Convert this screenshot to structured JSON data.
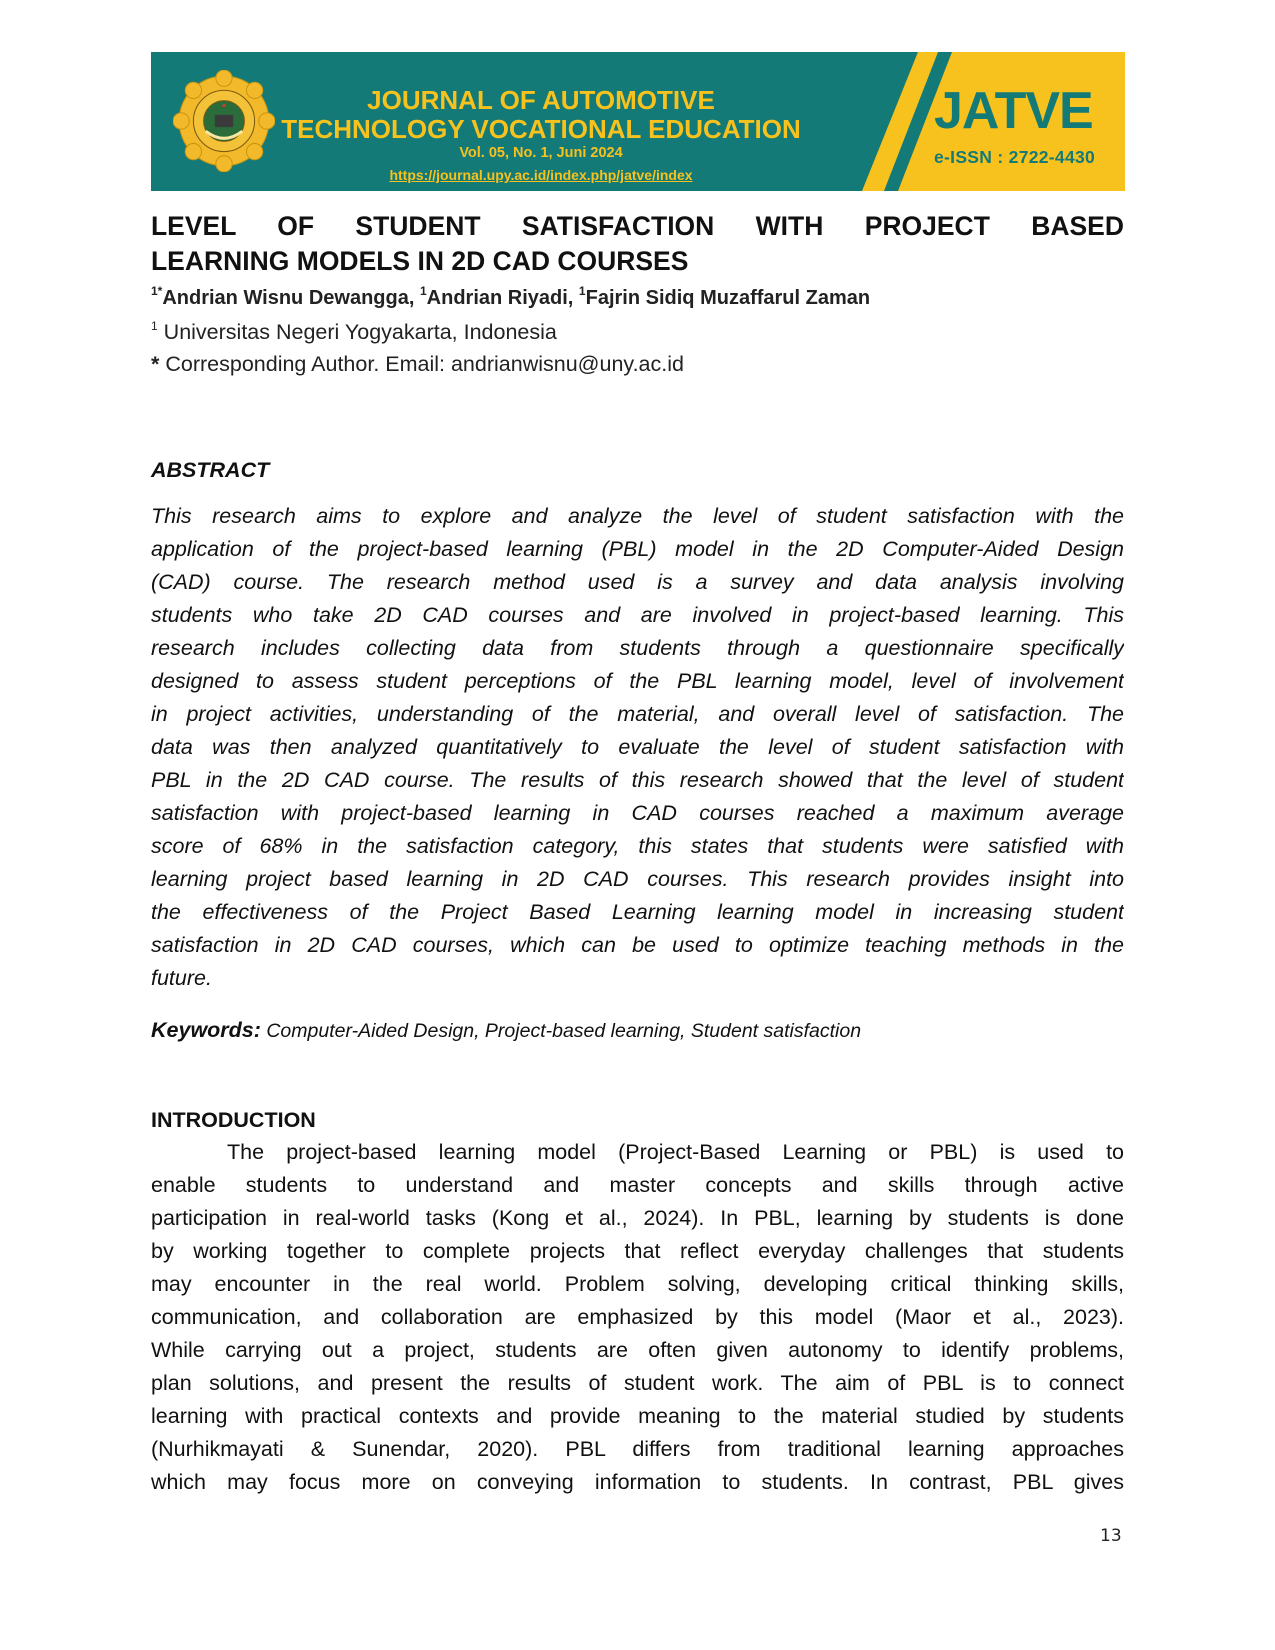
{
  "banner": {
    "journal_line1": "JOURNAL OF AUTOMOTIVE",
    "journal_line2": "TECHNOLOGY VOCATIONAL EDUCATION",
    "volume": "Vol. 05, No. 1, Juni 2024",
    "url": "https://journal.upy.ac.id/index.php/jatve/index",
    "acronym": "JATVE",
    "issn": "e-ISSN : 2722-4430",
    "logo_icon": "university-seal-icon",
    "colors": {
      "teal": "#137a78",
      "yellow": "#f7c21d"
    }
  },
  "paper": {
    "title_lines": [
      "LEVEL OF STUDENT SATISFACTION WITH PROJECT BASED",
      "LEARNING MODELS IN 2D CAD COURSES"
    ],
    "authors": [
      {
        "sup": "1*",
        "name": "Andrian Wisnu Dewangga,"
      },
      {
        "sup": "1",
        "name": "Andrian Riyadi,"
      },
      {
        "sup": "1",
        "name": "Fajrin Sidiq Muzaffarul Zaman"
      }
    ],
    "affiliation": {
      "sup": "1",
      "text": " Universitas Negeri Yogyakarta, Indonesia"
    },
    "corresponding": {
      "mark": "*",
      "text": " Corresponding Author. Email: andrianwisnu@uny.ac.id"
    },
    "abstract": {
      "heading": "ABSTRACT",
      "lines": [
        "This research aims to explore and analyze the level of student satisfaction with the",
        "application of the project-based learning (PBL) model in the 2D Computer-Aided Design",
        "(CAD) course. The research method used is a survey and data analysis involving",
        "students who take 2D CAD courses and are involved in project-based learning. This",
        "research includes collecting data from students through a questionnaire specifically",
        "designed to assess student perceptions of the PBL learning model, level of involvement",
        "in project activities, understanding of the material, and overall level of satisfaction. The",
        "data was then analyzed quantitatively to evaluate the level of student satisfaction with",
        "PBL in the 2D CAD course. The results of this research showed that the level of student",
        "satisfaction with project-based learning in CAD courses reached a maximum average",
        "score of 68% in the satisfaction category, this states that students were satisfied with",
        "learning project based learning in 2D CAD courses. This research provides insight into",
        "the effectiveness of the Project Based Learning learning model in increasing student",
        "satisfaction in 2D CAD courses, which can be used to optimize teaching methods in the",
        "future."
      ]
    },
    "keywords": {
      "label": "Keywords:",
      "text": " Computer-Aided Design, Project-based learning, Student satisfaction"
    },
    "introduction": {
      "heading": "INTRODUCTION",
      "lines": [
        "The project-based learning model (Project-Based Learning or PBL) is used to",
        "enable students to understand and master concepts and skills through active",
        "participation in real-world tasks (Kong et al., 2024). In PBL, learning by students is done",
        "by working together to complete projects that reflect everyday challenges that students",
        "may encounter in the real world. Problem solving, developing critical thinking skills,",
        "communication, and collaboration are emphasized by this model (Maor et al., 2023).",
        "While carrying out a project, students are often given autonomy to identify problems,",
        "plan solutions, and present the results of student work. The aim of PBL is to connect",
        "learning with practical contexts and provide meaning to the material studied by students",
        "(Nurhikmayati & Sunendar, 2020). PBL differs from traditional learning approaches",
        "which may focus more on conveying information to students. In contrast, PBL gives"
      ]
    },
    "page_number": "13"
  }
}
